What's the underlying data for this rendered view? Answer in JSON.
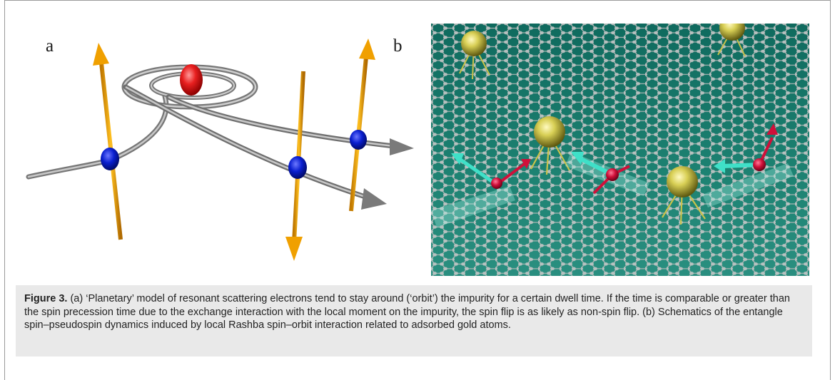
{
  "figure": {
    "panel_a_label": "a",
    "panel_b_label": "b",
    "caption_label": "Figure 3.",
    "caption_text": " (a) ‘Planetary’ model of resonant scattering electrons tend to stay around (‘orbit’) the impurity for a certain dwell time. If the time is comparable or greater than the spin precession time due to the exchange interaction with the local moment on the impurity, the spin flip is as likely as non-spin flip. (b) Schematics of the entangle spin–pseudospin dynamics induced by local Rashba spin–orbit interaction related to adsorbed gold atoms."
  },
  "colors": {
    "orbit_gray": "#8a8a8a",
    "arrow_orange": "#f0a000",
    "electron_blue": "#0a1fd0",
    "impurity_red": "#e01818",
    "graphene_teal": "#1f7f70",
    "gold_atom": "#c9c24a",
    "spin_red": "#d0103a",
    "pseudospin_cyan": "#3fe0c8"
  }
}
